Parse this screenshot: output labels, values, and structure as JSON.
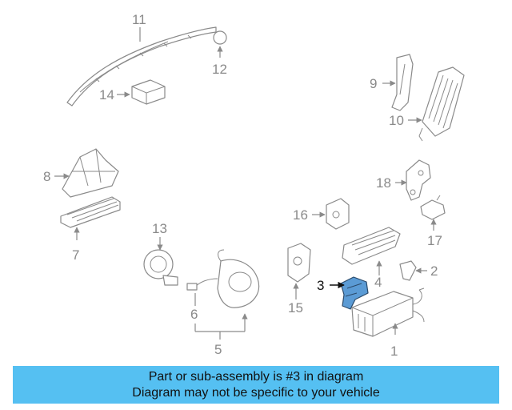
{
  "diagram": {
    "callouts": {
      "c1": "1",
      "c2": "2",
      "c3": "3",
      "c4": "4",
      "c5": "5",
      "c6": "6",
      "c7": "7",
      "c8": "8",
      "c9": "9",
      "c10": "10",
      "c11": "11",
      "c12": "12",
      "c13": "13",
      "c14": "14",
      "c15": "15",
      "c16": "16",
      "c17": "17",
      "c18": "18"
    },
    "highlight_part": "3",
    "colors": {
      "highlight": "#5b9bd5",
      "line": "#8a8a8a",
      "banner": "#55c0f2"
    }
  },
  "banner": {
    "line1": "Part or sub-assembly is #3 in diagram",
    "line2": "Diagram may not be specific to your vehicle"
  }
}
